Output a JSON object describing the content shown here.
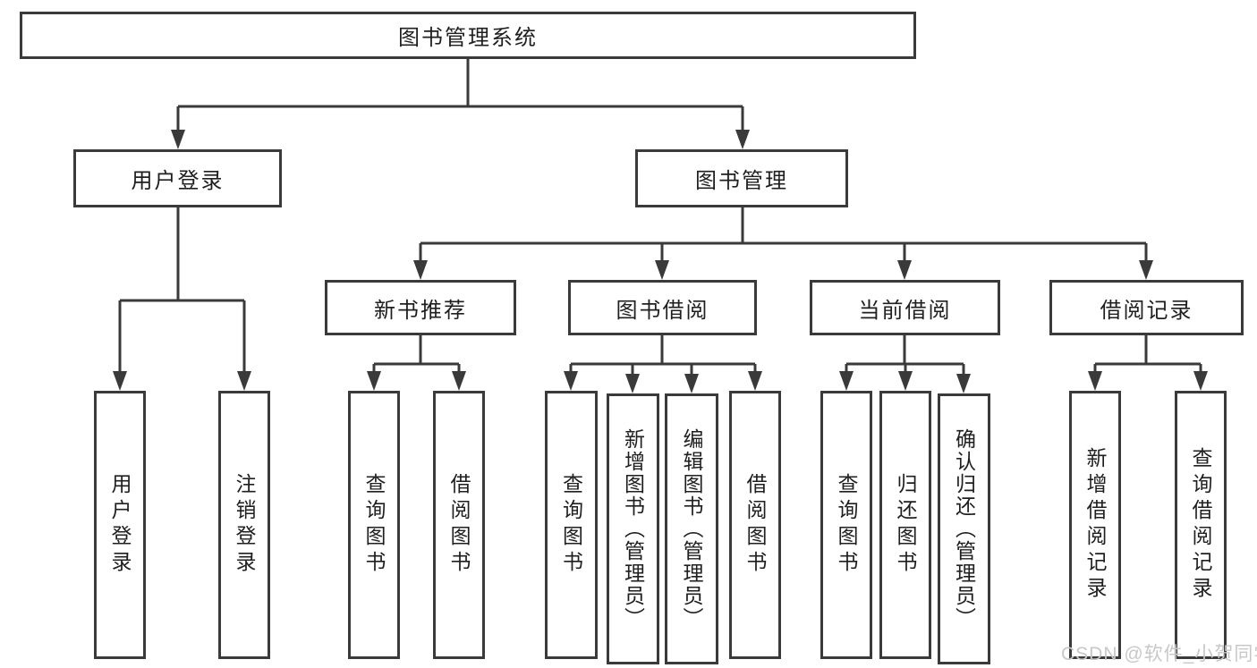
{
  "diagram_title": "图书管理系统",
  "nodes": {
    "root": {
      "label": "图书管理系统",
      "children": [
        "user_login",
        "book_mgmt"
      ]
    },
    "user_login": {
      "label": "用户登录",
      "children": [
        "leaf_user_login",
        "leaf_logout"
      ]
    },
    "book_mgmt": {
      "label": "图书管理",
      "children": [
        "new_book_rec",
        "book_borrow",
        "current_borrow",
        "borrow_record"
      ]
    },
    "new_book_rec": {
      "label": "新书推荐",
      "children": [
        "nbr_query",
        "nbr_borrow"
      ]
    },
    "book_borrow": {
      "label": "图书借阅",
      "children": [
        "bb_query",
        "bb_add",
        "bb_edit",
        "bb_borrow"
      ]
    },
    "current_borrow": {
      "label": "当前借阅",
      "children": [
        "cb_query",
        "cb_return",
        "cb_confirm"
      ]
    },
    "borrow_record": {
      "label": "借阅记录",
      "children": [
        "br_add",
        "br_query"
      ]
    },
    "leaf_user_login": {
      "label": "用户登录"
    },
    "leaf_logout": {
      "label": "注销登录"
    },
    "nbr_query": {
      "label": "查询图书"
    },
    "nbr_borrow": {
      "label": "借阅图书"
    },
    "bb_query": {
      "label": "查询图书"
    },
    "bb_add": {
      "label": "新增图书（管理员）"
    },
    "bb_edit": {
      "label": "编辑图书（管理员）"
    },
    "bb_borrow": {
      "label": "借阅图书"
    },
    "cb_query": {
      "label": "查询图书"
    },
    "cb_return": {
      "label": "归还图书"
    },
    "cb_confirm": {
      "label": "确认归还（管理员）"
    },
    "br_add": {
      "label": "新增借阅记录"
    },
    "br_query": {
      "label": "查询借阅记录"
    }
  },
  "watermark": "CSDN @软件_小贺同学",
  "colors": {
    "line": "#3a3a3a",
    "border": "#3a3a3a",
    "text": "#1f1f1f",
    "watermark": "#c8c8c8",
    "background": "#ffffff"
  }
}
